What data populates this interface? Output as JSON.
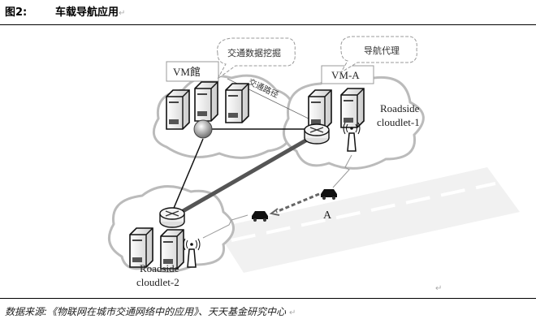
{
  "figure": {
    "number": "图2:",
    "title": "车载导航应用",
    "return_mark": "↵"
  },
  "diagram": {
    "vm_label_left": "VM館",
    "bubble_left": "交通数据挖掘",
    "vm_label_right": "VM-A",
    "bubble_right": "导航代理",
    "route_label": "交通路径",
    "cloudlet_1": [
      "Roadside",
      "cloudlet-1"
    ],
    "cloudlet_2": [
      "Roadside",
      "cloudlet-2"
    ],
    "vehicle_label": "A",
    "icons": [
      "server-icon",
      "router-icon",
      "globe-icon",
      "antenna-icon",
      "car-icon",
      "cloud-shape"
    ]
  },
  "source": {
    "text": "数据来源:《物联网在城市交通网络中的应用》、天天基金研究中心",
    "return_mark": "↵"
  },
  "trailing_mark": "↵"
}
